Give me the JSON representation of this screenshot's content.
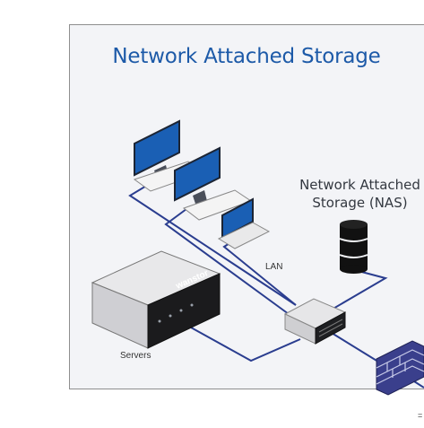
{
  "diagram": {
    "title": "Network Attached Storage",
    "nas_label_line1": "Network Attached",
    "nas_label_line2": "Storage (NAS)",
    "lan_label": "LAN",
    "servers_label": "Servers",
    "server_brand": "wanstor",
    "corner_mark": "=",
    "colors": {
      "title": "#1d5aa8",
      "link": "#2a3d8f",
      "screen": "#1a5fb4",
      "background": "#f3f4f7"
    }
  }
}
